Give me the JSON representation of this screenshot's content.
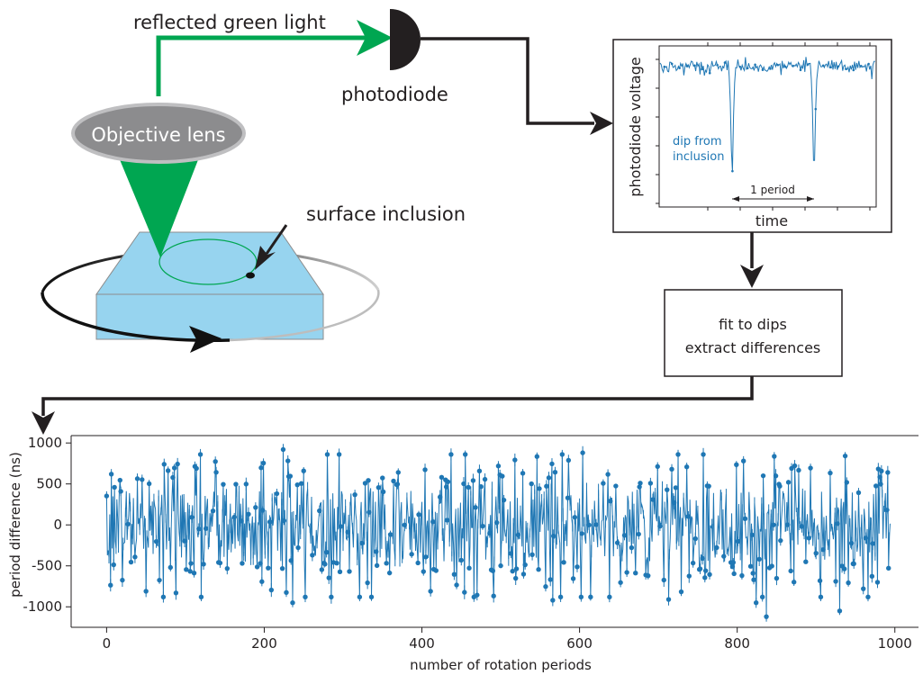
{
  "diagram": {
    "labels": {
      "reflected_light": "reflected green light",
      "photodiode": "photodiode",
      "objective_lens": "Objective lens",
      "surface_inclusion": "surface inclusion",
      "fit_box_line1": "fit to dips",
      "fit_box_line2": "extract differences"
    },
    "colors": {
      "green_light": "#00a651",
      "lens_fill": "#8c8c8e",
      "sample_blue": "#97d4ef",
      "data_blue": "#1f77b4",
      "arrow_black": "#231f20"
    }
  },
  "inset_plot": {
    "ylabel": "photodiode voltage",
    "xlabel": "time",
    "annotation_dip": [
      "dip from",
      "inclusion"
    ],
    "annotation_period": "1 period"
  },
  "chart_data": {
    "type": "line",
    "xlabel": "number of rotation periods",
    "ylabel": "period difference (ns)",
    "xlim": [
      -45,
      1030
    ],
    "ylim": [
      -1250,
      1090
    ],
    "xticks": [
      0,
      200,
      400,
      600,
      800,
      1000
    ],
    "yticks": [
      1000,
      500,
      0,
      -500,
      -1000
    ],
    "yticklabels": [
      "1000",
      "500",
      "0",
      "-500",
      "-1000"
    ],
    "n_points": 995,
    "approx_std": 380,
    "extremes": [
      {
        "x": 6,
        "y": 620
      },
      {
        "x": 224,
        "y": 920
      },
      {
        "x": 236,
        "y": -950
      },
      {
        "x": 455,
        "y": 860
      },
      {
        "x": 566,
        "y": -920
      },
      {
        "x": 604,
        "y": 880
      },
      {
        "x": 713,
        "y": -910
      },
      {
        "x": 808,
        "y": 780
      },
      {
        "x": 824,
        "y": -950
      },
      {
        "x": 837,
        "y": -1120
      },
      {
        "x": 930,
        "y": -1050
      },
      {
        "x": 991,
        "y": 640
      }
    ],
    "grid": false,
    "legend": "none"
  }
}
